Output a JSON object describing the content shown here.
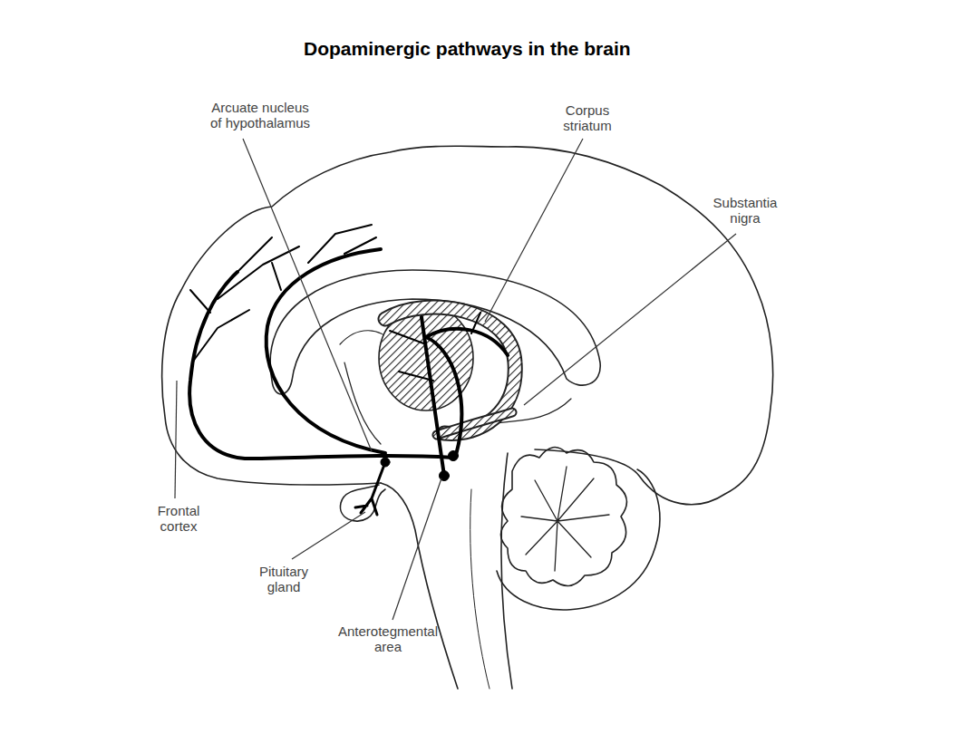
{
  "diagram": {
    "title": "Dopaminergic pathways in the brain",
    "labels": [
      "Arcuate nucleus of hypothalamus",
      "Corpus striatum",
      "Substantia nigra",
      "Frontal cortex",
      "Pituitary gland",
      "Anterotegmental area"
    ]
  }
}
